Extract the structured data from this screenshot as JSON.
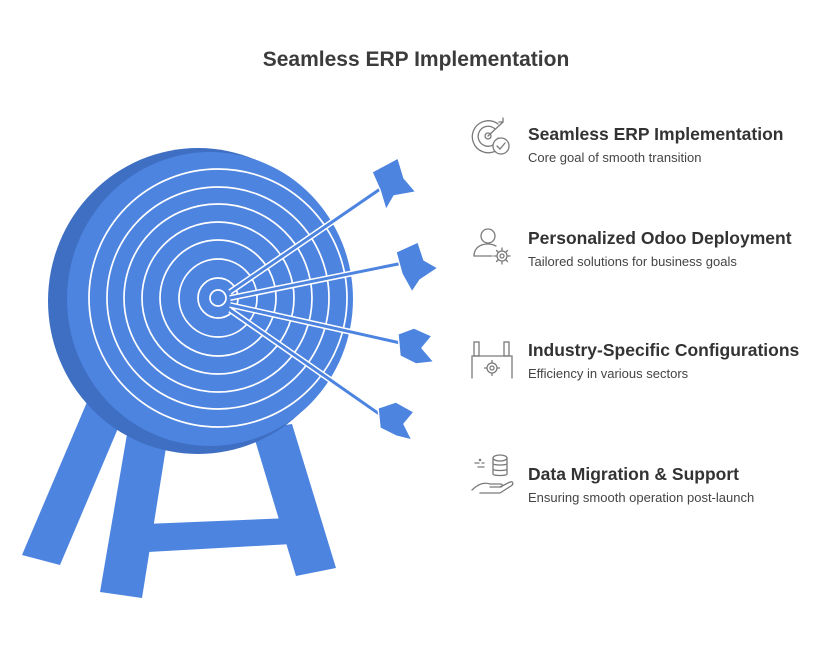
{
  "title": "Seamless ERP Implementation",
  "accent_color": "#4d84e0",
  "icon_color": "#7a7a7a",
  "items": [
    {
      "icon": "target-check-icon",
      "title": "Seamless ERP Implementation",
      "description": "Core goal of smooth transition"
    },
    {
      "icon": "person-gear-icon",
      "title": "Personalized Odoo Deployment",
      "description": "Tailored solutions for business goals"
    },
    {
      "icon": "factory-gear-icon",
      "title": "Industry-Specific Configurations",
      "description": "Efficiency in various sectors"
    },
    {
      "icon": "database-hand-icon",
      "title": "Data Migration & Support",
      "description": "Ensuring smooth operation post-launch"
    }
  ]
}
